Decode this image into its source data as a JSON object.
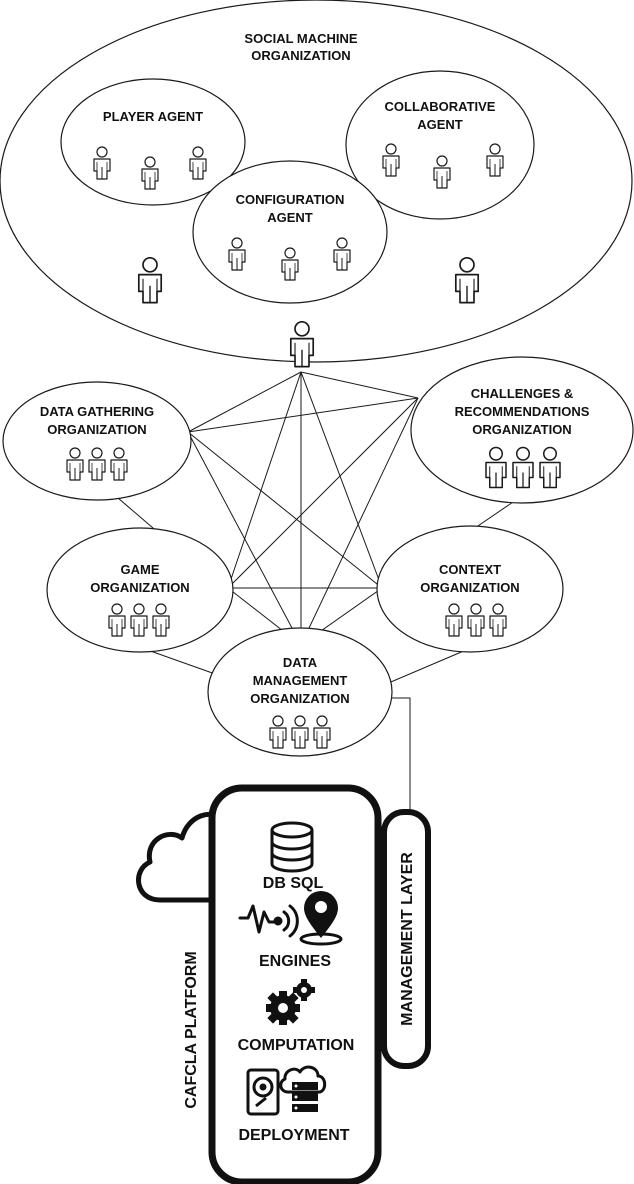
{
  "social_machine": {
    "line1": "SOCIAL MACHINE",
    "line2": "ORGANIZATION"
  },
  "player_agent": {
    "label": "PLAYER AGENT"
  },
  "collaborative_agent": {
    "line1": "COLLABORATIVE",
    "line2": "AGENT"
  },
  "configuration_agent": {
    "line1": "CONFIGURATION",
    "line2": "AGENT"
  },
  "data_gathering": {
    "line1": "DATA GATHERING",
    "line2": "ORGANIZATION"
  },
  "challenges": {
    "line1": "CHALLENGES &",
    "line2": "RECOMMENDATIONS",
    "line3": "ORGANIZATION"
  },
  "game": {
    "line1": "GAME",
    "line2": "ORGANIZATION"
  },
  "context": {
    "line1": "CONTEXT",
    "line2": "ORGANIZATION"
  },
  "data_management": {
    "line1": "DATA",
    "line2": "MANAGEMENT",
    "line3": "ORGANIZATION"
  },
  "platform": {
    "db": "DB SQL",
    "engines": "ENGINES",
    "computation": "COMPUTATION",
    "deployment": "DEPLOYMENT",
    "cafcla": "CAFCLA PLATFORM",
    "management": "MANAGEMENT LAYER"
  },
  "icons": [
    "person-icon",
    "database-icon",
    "signal-icon",
    "location-pin-icon",
    "gears-icon",
    "hard-disk-icon",
    "cloud-server-icon",
    "cloud-icon"
  ]
}
